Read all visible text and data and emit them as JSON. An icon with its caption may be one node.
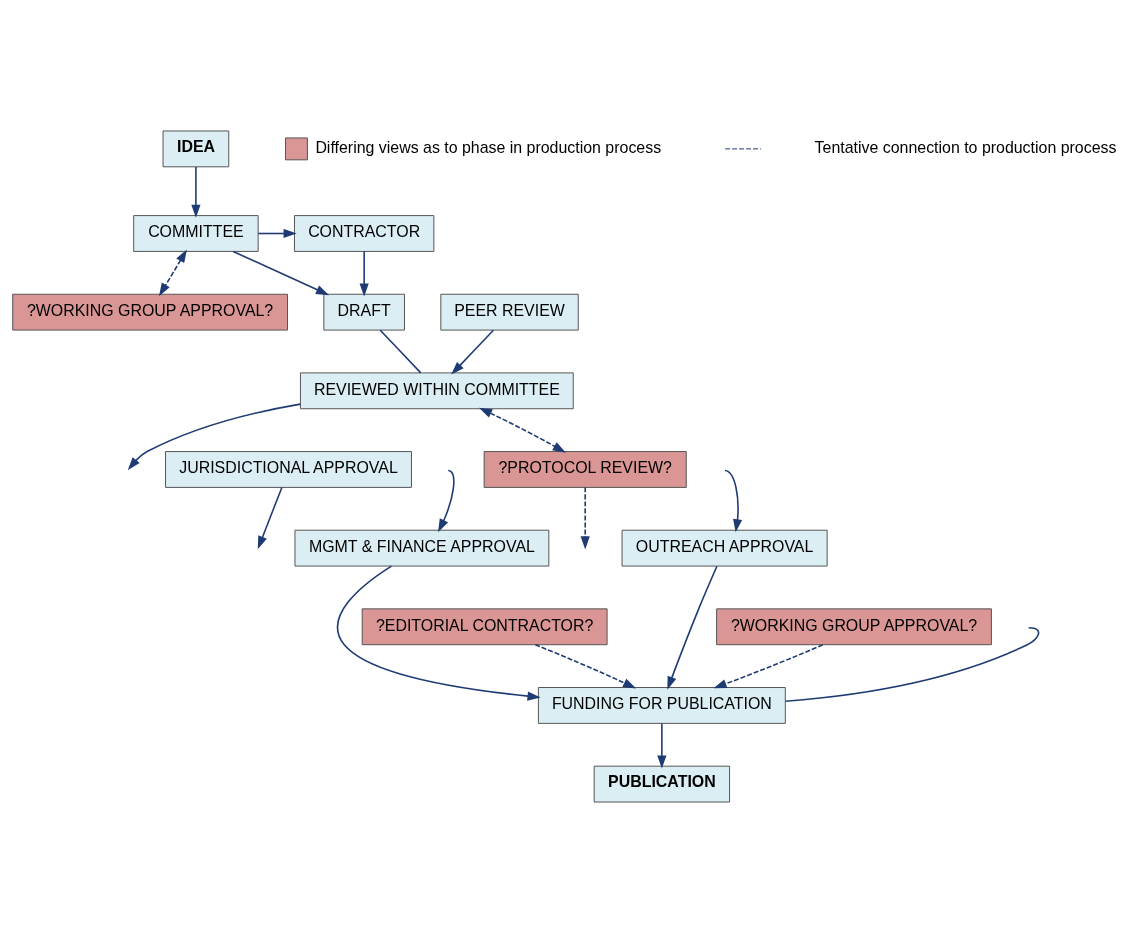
{
  "diagram": {
    "nodes": [
      {
        "text": [
          "IDEA"
        ]
      },
      {
        "text": [
          "COMMITTEE"
        ]
      },
      {
        "text": [
          "CONTRACTOR"
        ]
      },
      {
        "text": [
          "?WORKING GROUP APPROVAL?"
        ]
      },
      {
        "text": [
          "DRAFT"
        ]
      },
      {
        "text": [
          "PEER REVIEW"
        ]
      },
      {
        "text": [
          "REVIEWED WITHIN COMMITTEE"
        ]
      },
      {
        "text": [
          "JURISDICTIONAL APPROVAL"
        ]
      },
      {
        "text": [
          "?PROTOCOL REVIEW?"
        ]
      },
      {
        "text": [
          "MGMT & FINANCE APPROVAL"
        ]
      },
      {
        "text": [
          "OUTREACH APPROVAL"
        ]
      },
      {
        "text": [
          "?EDITORIAL CONTRACTOR?"
        ]
      },
      {
        "text": [
          "?WORKING GROUP APPROVAL?"
        ]
      },
      {
        "text": [
          "FUNDING FOR PUBLICATION"
        ]
      },
      {
        "text": [
          "PUBLICATION"
        ]
      }
    ],
    "edges": [
      {
        "from": 0,
        "to": 1,
        "arrow": "to"
      },
      {
        "from": 1,
        "to": 2,
        "arrow": "to"
      },
      {
        "from": 1,
        "to": 3,
        "arrow": "both",
        "style": "dashed"
      },
      {
        "from": 1,
        "to": 4,
        "arrow": "to"
      },
      {
        "from": 2,
        "to": 4,
        "arrow": "to"
      },
      {
        "from": 5,
        "to": 6,
        "arrow": "to"
      },
      {
        "from": 4,
        "to": 6,
        "arrow": "none"
      },
      {
        "from": 6,
        "to": 8,
        "arrow": "both",
        "style": "dashed"
      },
      {
        "from": 6,
        "to": null,
        "arrow": "to"
      },
      {
        "from": 7,
        "to": null,
        "arrow": "to"
      },
      {
        "from": 8,
        "to": null,
        "arrow": "to",
        "style": "dashed"
      },
      {
        "from": null,
        "to": 9,
        "arrow": "to"
      },
      {
        "from": null,
        "to": 10,
        "arrow": "to"
      },
      {
        "from": null,
        "to": 13,
        "arrow": "none"
      },
      {
        "from": 9,
        "to": 13,
        "arrow": "to"
      },
      {
        "from": 10,
        "to": 13,
        "arrow": "to"
      },
      {
        "from": 11,
        "to": 13,
        "arrow": "to",
        "style": "dashed"
      },
      {
        "from": 12,
        "to": 13,
        "arrow": "to",
        "style": "dashed"
      },
      {
        "from": 13,
        "to": 14,
        "arrow": "to"
      }
    ],
    "legend": [
      {
        "text": "Differing views as to phase in production process",
        "color": "#d99694"
      },
      {
        "text": "Tentative connection to production process"
      }
    ]
  }
}
